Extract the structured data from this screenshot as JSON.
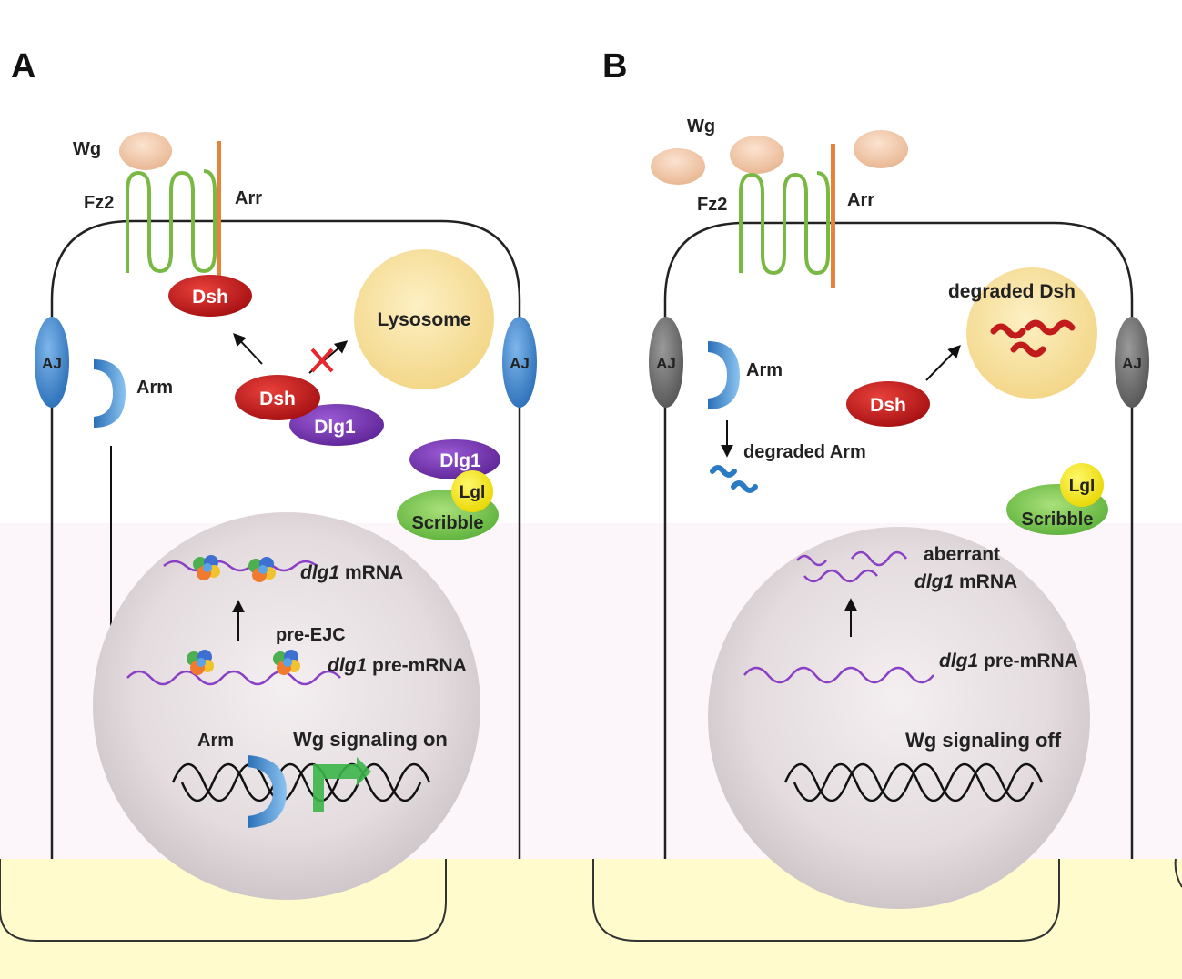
{
  "panel_a": {
    "letter": "A",
    "wg": "Wg",
    "fz2": "Fz2",
    "arr": "Arr",
    "dsh_membrane": "Dsh",
    "lysosome": "Lysosome",
    "aj_left": "AJ",
    "aj_right": "AJ",
    "arm": "Arm",
    "dsh_complex": "Dsh",
    "dlg1_complex": "Dlg1",
    "dlg1_lateral": "Dlg1",
    "lgl": "Lgl",
    "scribble": "Scribble",
    "mrna_gene": "dlg1",
    "mrna_suffix": " mRNA",
    "pre_ejc": "pre-EJC",
    "pre_mrna_gene": "dlg1",
    "pre_mrna_suffix": " pre-mRNA",
    "arm_nucleus": "Arm",
    "signaling": "Wg signaling on"
  },
  "panel_b": {
    "letter": "B",
    "wg": "Wg",
    "fz2": "Fz2",
    "arr": "Arr",
    "degraded_dsh": "degraded Dsh",
    "aj_left": "AJ",
    "aj_right": "AJ",
    "arm": "Arm",
    "degraded_arm": "degraded Arm",
    "dsh": "Dsh",
    "lgl": "Lgl",
    "scribble": "Scribble",
    "aberrant": "aberrant",
    "aberrant_gene": "dlg1",
    "aberrant_suffix": " mRNA",
    "pre_mrna_gene": "dlg1",
    "pre_mrna_suffix": " pre-mRNA",
    "signaling": "Wg signaling off"
  },
  "colors": {
    "signaling_on": "#3cb54a",
    "signaling_off": "#e8262b",
    "dsh": "#cc1c1c",
    "dlg1": "#7b35b8",
    "lysosome": "#fae3a4",
    "fz2": "#79b843",
    "arr": "#e2843a",
    "wg": "#f3c9a8",
    "aj_active": "#4a8fd4",
    "aj_inactive": "#7a7a7a",
    "mrna": "#8a3fc4",
    "nucleus": "#e2dadd",
    "bottom_band": "#fffbcd"
  }
}
